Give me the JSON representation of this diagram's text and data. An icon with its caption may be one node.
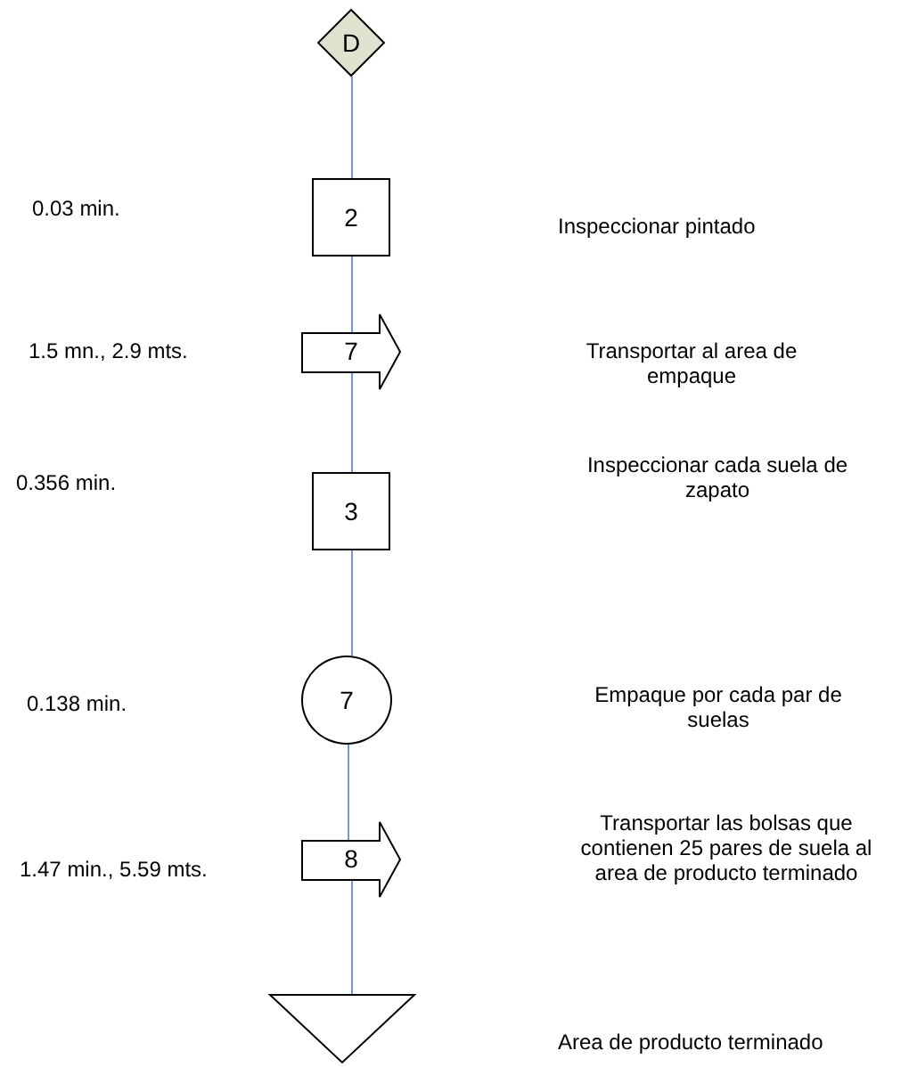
{
  "diagram": {
    "nodes": [
      {
        "text": [
          "D"
        ]
      },
      {
        "text": [
          "2"
        ]
      },
      {
        "text": [
          "7"
        ]
      },
      {
        "text": [
          "3"
        ]
      },
      {
        "text": [
          "7"
        ]
      },
      {
        "text": [
          "8"
        ]
      },
      {
        "text": [],
        "shape": "triangle"
      }
    ],
    "edges": [
      {
        "from": 0,
        "to": 1,
        "arrow": "none"
      },
      {
        "from": 1,
        "to": 2,
        "arrow": "none"
      },
      {
        "from": 2,
        "to": 3,
        "arrow": "none"
      },
      {
        "from": 3,
        "to": 4,
        "arrow": "none"
      },
      {
        "from": 4,
        "to": 5,
        "arrow": "none"
      },
      {
        "from": 5,
        "to": 6,
        "arrow": "none"
      }
    ],
    "labels": [
      "0.03 min.",
      "Inspeccionar pintado",
      "1.5 mn., 2.9 mts.",
      "Transportar al area de empaque",
      "Inspeccionar cada suela de zapato",
      "0.356 min.",
      "0.138 min.",
      "Empaque por cada par de suelas",
      "Transportar las bolsas que contienen 25 pares de suela al area de producto terminado",
      "1.47 min., 5.59 mts.",
      "Area de producto terminado"
    ]
  }
}
